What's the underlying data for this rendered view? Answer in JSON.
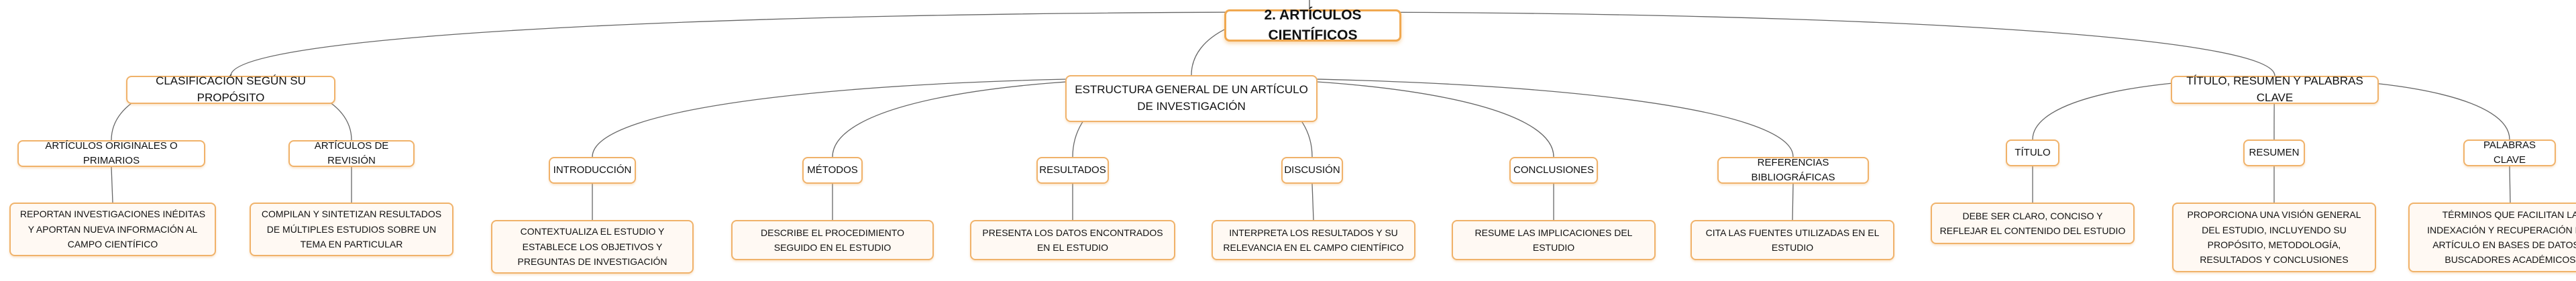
{
  "root": {
    "label": "2. ARTÍCULOS CIENTÍFICOS"
  },
  "branches": [
    {
      "label": "CLASIFICACIÓN SEGÚN SU PROPÓSITO",
      "children": [
        {
          "label": "ARTÍCULOS ORIGINALES O PRIMARIOS",
          "detail": "REPORTAN INVESTIGACIONES INÉDITAS Y APORTAN NUEVA INFORMACIÓN AL CAMPO CIENTÍFICO"
        },
        {
          "label": "ARTÍCULOS DE REVISIÓN",
          "detail": "COMPILAN Y SINTETIZAN RESULTADOS DE MÚLTIPLES ESTUDIOS SOBRE UN TEMA EN PARTICULAR"
        }
      ]
    },
    {
      "label": "ESTRUCTURA GENERAL DE UN ARTÍCULO DE INVESTIGACIÓN",
      "children": [
        {
          "label": "INTRODUCCIÓN",
          "detail": "CONTEXTUALIZA EL ESTUDIO Y ESTABLECE LOS OBJETIVOS Y PREGUNTAS DE INVESTIGACIÓN"
        },
        {
          "label": "MÉTODOS",
          "detail": "DESCRIBE EL PROCEDIMIENTO SEGUIDO EN EL ESTUDIO"
        },
        {
          "label": "RESULTADOS",
          "detail": "PRESENTA LOS DATOS ENCONTRADOS EN EL ESTUDIO"
        },
        {
          "label": "DISCUSIÓN",
          "detail": "INTERPRETA LOS RESULTADOS Y SU RELEVANCIA EN EL CAMPO CIENTÍFICO"
        },
        {
          "label": "CONCLUSIONES",
          "detail": "RESUME LAS IMPLICACIONES DEL ESTUDIO"
        },
        {
          "label": "REFERENCIAS BIBLIOGRÁFICAS",
          "detail": "CITA LAS FUENTES UTILIZADAS EN EL ESTUDIO"
        }
      ]
    },
    {
      "label": "TÍTULO, RESUMEN Y PALABRAS CLAVE",
      "children": [
        {
          "label": "TÍTULO",
          "detail": "DEBE SER CLARO, CONCISO Y REFLEJAR EL CONTENIDO DEL ESTUDIO"
        },
        {
          "label": "RESUMEN",
          "detail": "PROPORCIONA UNA VISIÓN GENERAL DEL ESTUDIO, INCLUYENDO SU PROPÓSITO, METODOLOGÍA, RESULTADOS Y CONCLUSIONES"
        },
        {
          "label": "PALABRAS CLAVE",
          "detail": "TÉRMINOS QUE FACILITAN LA INDEXACIÓN Y RECUPERACIÓN DEL ARTÍCULO EN BASES DE DATOS Y BUSCADORES ACADÉMICOS"
        }
      ]
    }
  ]
}
